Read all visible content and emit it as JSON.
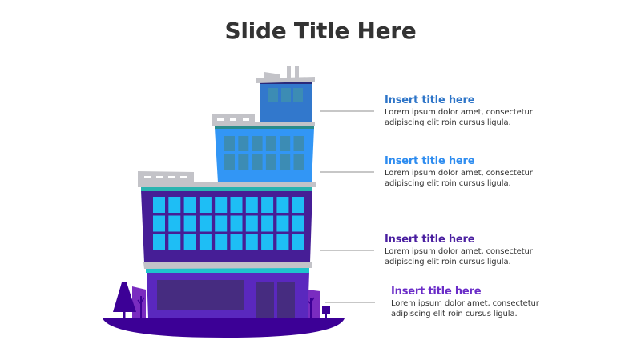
{
  "slide": {
    "title": "Slide Title Here"
  },
  "items": [
    {
      "title": "Insert title here",
      "body": "Lorem ipsum dolor amet, consectetur adipiscing elit roin cursus ligula.",
      "color": "#2E75C8"
    },
    {
      "title": "Insert title here",
      "body": "Lorem ipsum dolor amet, consectetur adipiscing elit roin cursus ligula.",
      "color": "#2D8CF0"
    },
    {
      "title": "Insert title here",
      "body": "Lorem ipsum dolor amet, consectetur adipiscing elit roin cursus ligula.",
      "color": "#4A1FA0"
    },
    {
      "title": "Insert title here",
      "body": "Lorem ipsum dolor amet, consectetur adipiscing elit roin cursus ligula.",
      "color": "#6A2CC8"
    }
  ],
  "colors": {
    "roof_gray": "#C3C3C8",
    "floor4_blue": "#3278CC",
    "floor3_blue": "#3296F5",
    "floor2_indigo": "#461E96",
    "floor1_purple": "#5A28BE",
    "window_cyan": "#1EBEF5",
    "window_teal": "#3C8CB4",
    "ground": "#3C0096",
    "teal_trim": "#1EC3CD",
    "connector": "#C7C7C7"
  }
}
